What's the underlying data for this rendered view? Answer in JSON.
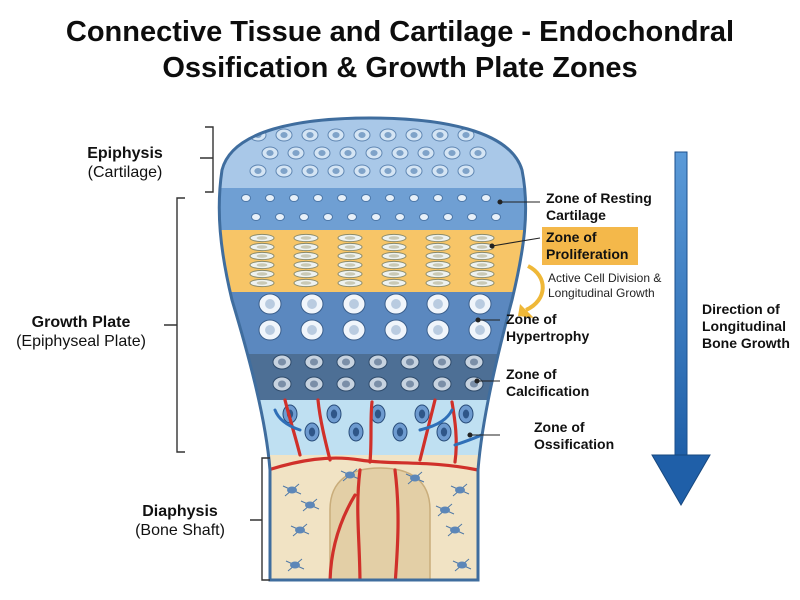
{
  "title": {
    "line1": "Connective Tissue and Cartilage - Endochondral",
    "line2": "Ossification & Growth Plate Zones"
  },
  "regions": {
    "epiphysis": {
      "name": "Epiphysis",
      "sub": "(Cartilage)"
    },
    "growth_plate": {
      "name": "Growth Plate",
      "sub": "(Epiphyseal Plate)"
    },
    "diaphysis": {
      "name": "Diaphysis",
      "sub": "(Bone Shaft)"
    }
  },
  "zones": {
    "resting": {
      "line1": "Zone of Resting",
      "line2": "Cartilage"
    },
    "proliferation": {
      "line1": "Zone of",
      "line2": "Proliferation"
    },
    "hypertrophy": {
      "line1": "Zone of",
      "line2": "Hypertrophy"
    },
    "calcification": {
      "line1": "Zone of",
      "line2": "Calcification"
    },
    "ossification": {
      "line1": "Zone of",
      "line2": "Ossification"
    }
  },
  "note": {
    "line1": "Active Cell Division &",
    "line2": "Longitudinal Growth"
  },
  "direction": {
    "line1": "Direction of",
    "line2": "Longitudinal",
    "line3": "Bone Growth"
  },
  "colors": {
    "cartilage": "#a9c8e8",
    "resting_zone": "#6f9fd3",
    "proliferation_zone": "#f7c567",
    "hypertrophy_zone": "#5b88bf",
    "calcification_zone": "#4d6f95",
    "bone": "#f1e3c4",
    "vessel": "#d0302a",
    "arrow": "#2a6db5",
    "highlight": "#f4b84a"
  }
}
